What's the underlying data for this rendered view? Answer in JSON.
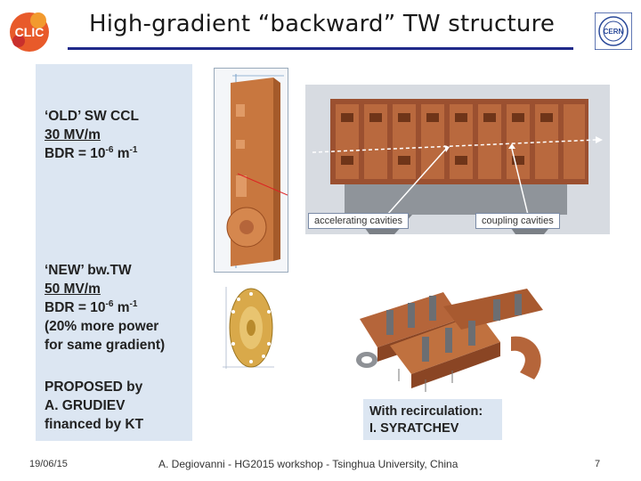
{
  "header": {
    "title": "High-gradient  “backward” TW structure"
  },
  "old_block": {
    "line1": "‘OLD’ SW CCL",
    "gradient": "30 MV/m",
    "bdr_prefix": "BDR = 10",
    "bdr_exp": "-6",
    "bdr_unit": " m",
    "bdr_unit_exp": "-1"
  },
  "new_block": {
    "line1": "‘NEW’  bw.TW",
    "gradient": "50 MV/m",
    "bdr_prefix": "BDR = 10",
    "bdr_exp": "-6",
    "bdr_unit": " m",
    "bdr_unit_exp": "-1",
    "note_line1": "(20% more power",
    "note_line2": "for same gradient)"
  },
  "proposed_block": {
    "line1": "PROPOSED by",
    "line2": "A. GRUDIEV",
    "line3": "financed by KT"
  },
  "ccl_photo": {
    "label_left": "accelerating cavities",
    "label_right": "coupling cavities"
  },
  "recirculation": {
    "line1": "With recirculation:",
    "line2": "I. SYRATCHEV"
  },
  "footer": {
    "date": "19/06/15",
    "center": "A. Degiovanni - HG2015 workshop - Tsinghua University, China",
    "page": "7"
  },
  "colors": {
    "title_rule": "#1f2a8a",
    "panel_bg": "#dce6f2",
    "copper": "#b5653a"
  }
}
